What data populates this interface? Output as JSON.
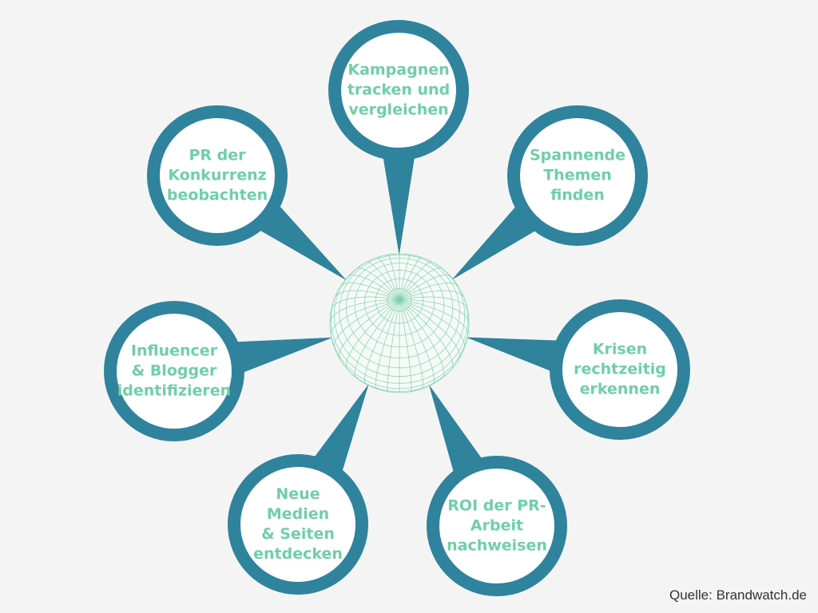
{
  "colors": {
    "ring": "#2f839d",
    "fill": "#ffffff",
    "text": "#6fcfa7",
    "globe": "#7fd2ae",
    "background": "#f4f4f4"
  },
  "center_icon": "globe-icon",
  "bubbles": [
    {
      "label": "Kampagnen\ntracken und\nvergleichen"
    },
    {
      "label": "Spannende\nThemen\nfinden"
    },
    {
      "label": "Krisen\nrechtzeitig\nerkennen"
    },
    {
      "label": "ROI der PR-\nArbeit\nnachweisen"
    },
    {
      "label": "Neue\nMedien\n& Seiten\nentdecken"
    },
    {
      "label": "Influencer\n& Blogger\nidentifizieren"
    },
    {
      "label": "PR der\nKonkurrenz\nbeobachten"
    }
  ],
  "source": "Quelle: Brandwatch.de"
}
